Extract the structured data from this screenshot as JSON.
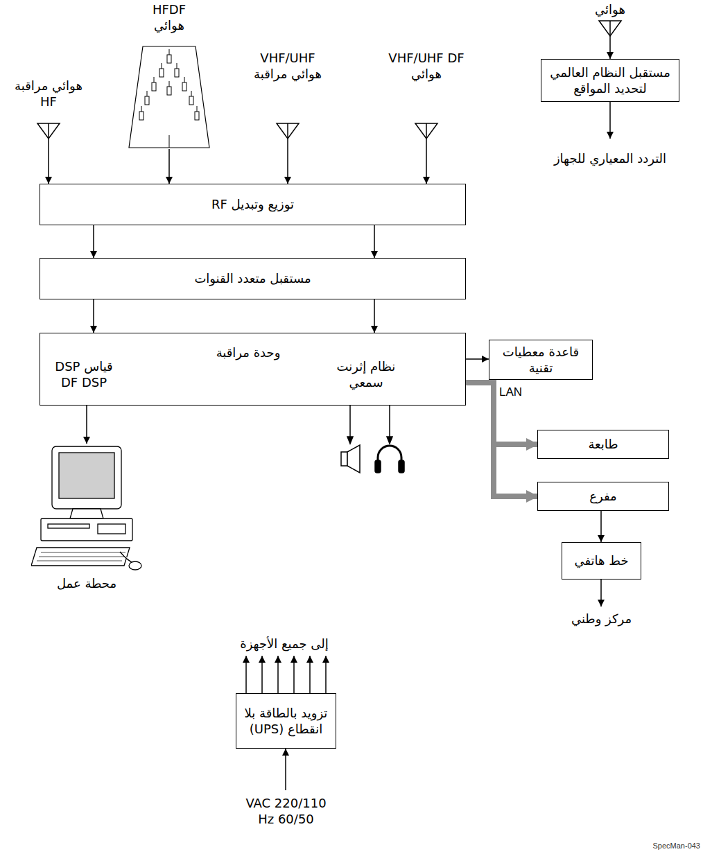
{
  "diagram": {
    "nodes": [
      {
        "text": [
          "HFDF",
          "هوائي"
        ]
      },
      {
        "text": [
          "هوائي"
        ]
      },
      {
        "text": [
          "هوائي مراقبة",
          "HF"
        ]
      },
      {
        "text": [
          "VHF/UHF",
          "هوائي مراقبة"
        ]
      },
      {
        "text": [
          "VHF/UHF DF",
          "هوائي"
        ]
      },
      {
        "text": [
          "مستقبل النظام العالمي لتحديد المواقع"
        ]
      },
      {
        "text": [
          "التردد المعياري للجهاز"
        ]
      },
      {
        "text": [
          "توزيع وتبديل RF"
        ]
      },
      {
        "text": [
          "مستقبل متعدد القنوات"
        ]
      },
      {
        "text": [
          "وحدة مراقبة",
          "قياس DSP DF DSP",
          "نظام إثرنت سمعي"
        ]
      },
      {
        "text": [
          "قاعدة معطيات تقنية"
        ]
      },
      {
        "text": [
          "طابعة"
        ]
      },
      {
        "text": [
          "مفرع"
        ]
      },
      {
        "text": [
          "محطة عمل"
        ]
      },
      {
        "text": [
          "خط هاتفي"
        ]
      },
      {
        "text": [
          "مركز وطني"
        ]
      },
      {
        "text": [
          "إلى جميع الأجهزة"
        ]
      },
      {
        "text": [
          "تزويد بالطاقة بلا انقطاع (UPS)"
        ]
      },
      {
        "text": [
          "VAC 220/110 Hz 60/50"
        ]
      }
    ],
    "edges": [
      {
        "from": 0,
        "to": 7,
        "arrow": "to"
      },
      {
        "from": 2,
        "to": 7,
        "arrow": "to"
      },
      {
        "from": 3,
        "to": 7,
        "arrow": "to"
      },
      {
        "from": 4,
        "to": 7,
        "arrow": "to"
      },
      {
        "from": 1,
        "to": 5,
        "arrow": "to"
      },
      {
        "from": 5,
        "to": 6,
        "arrow": "to"
      },
      {
        "from": 7,
        "to": 8,
        "arrow": "to"
      },
      {
        "from": 7,
        "to": 8,
        "arrow": "to"
      },
      {
        "from": 8,
        "to": 9,
        "arrow": "to"
      },
      {
        "from": 8,
        "to": 9,
        "arrow": "to"
      },
      {
        "from": 9,
        "to": 10,
        "arrow": "to"
      },
      {
        "from": 9,
        "to": 11,
        "arrow": "to"
      },
      {
        "from": 9,
        "to": 12,
        "arrow": "to"
      },
      {
        "from": 9,
        "to": 13,
        "arrow": "to"
      },
      {
        "from": 12,
        "to": 14,
        "arrow": "to"
      },
      {
        "from": 14,
        "to": 15,
        "arrow": "to"
      },
      {
        "from": 17,
        "to": 16,
        "arrow": "to"
      },
      {
        "from": 17,
        "to": 16,
        "arrow": "to"
      },
      {
        "from": 17,
        "to": 16,
        "arrow": "to"
      },
      {
        "from": 17,
        "to": 16,
        "arrow": "to"
      },
      {
        "from": 17,
        "to": 16,
        "arrow": "to"
      },
      {
        "from": 17,
        "to": 16,
        "arrow": "to"
      },
      {
        "from": 18,
        "to": 17,
        "arrow": "to"
      }
    ],
    "labels": [
      "LAN",
      "SpecMan-043"
    ]
  }
}
